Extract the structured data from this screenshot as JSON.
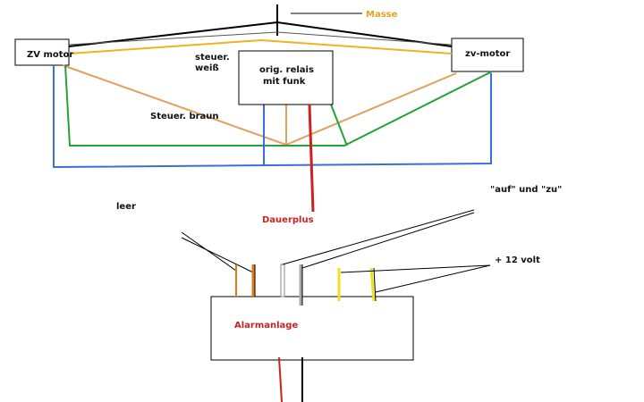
{
  "labels": {
    "masse": "Masse",
    "zv_motor_left": "ZV motor",
    "zv_motor_right": "zv-motor",
    "steuer_weiss_1": "steuer.",
    "steuer_weiss_2": "weiß",
    "steuer_braun": "Steuer. braun",
    "relais_1": "orig. relais",
    "relais_2": "mit funk",
    "dauerplus": "Dauerplus",
    "leer": "leer",
    "auf_zu": "\"auf\" und \"zu\"",
    "plus12": "+ 12 volt",
    "alarmanlage": "Alarmanlage"
  },
  "colors": {
    "black": "#000000",
    "yellow": "#f2b21e",
    "tan": "#e0a060",
    "blue": "#3a6fd8",
    "green": "#22a33a",
    "red": "#cc2222",
    "orange": "#e07a1a",
    "gray": "#aaaaaa",
    "bright_yellow": "#f0e020"
  }
}
